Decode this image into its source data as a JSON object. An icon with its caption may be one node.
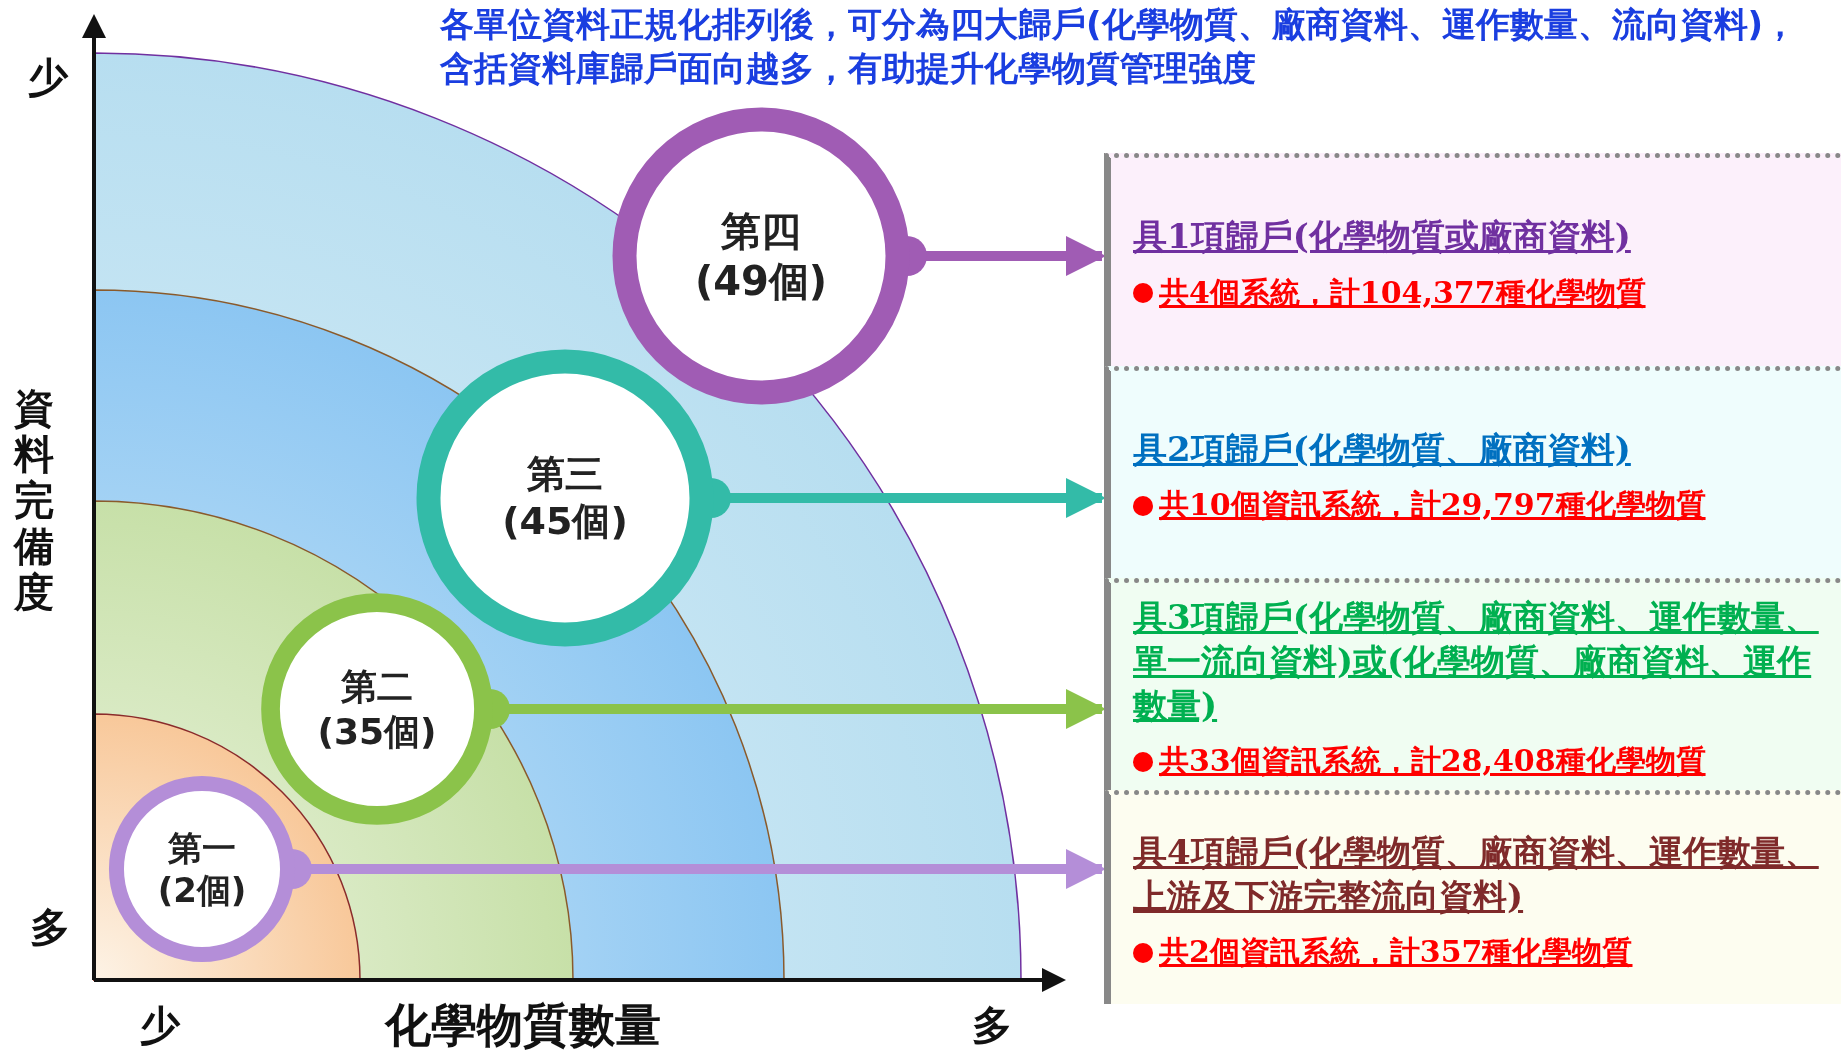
{
  "diagram": {
    "title": "各單位資料正規化排列後，可分為四大歸戶(化學物質、廠商資料、運作數量、流向資料)，含括資料庫歸戶面向越多，有助提升化學物質管理強度",
    "nodes": [
      {
        "text": [
          "第四",
          "(49個)"
        ]
      },
      {
        "text": [
          "第三",
          "(45個)"
        ]
      },
      {
        "text": [
          "第二",
          "(35個)"
        ]
      },
      {
        "text": [
          "第一",
          "(2個)"
        ]
      },
      {
        "text": [
          "具1項歸戶(化學物質或廠商資料)",
          "共4個系統，計104,377種化學物質"
        ]
      },
      {
        "text": [
          "具2項歸戶(化學物質、廠商資料)",
          "共10個資訊系統，計29,797種化學物質"
        ]
      },
      {
        "text": [
          "具3項歸戶(化學物質、廠商資料、運作數量、單一流向資料)或(化學物質、廠商資料、運作數量)",
          "共33個資訊系統，計28,408種化學物質"
        ]
      },
      {
        "text": [
          "具4項歸戶(化學物質、廠商資料、運作數量、上游及下游完整流向資料)",
          "共2個資訊系統，計357種化學物質"
        ]
      }
    ],
    "edges": [
      {
        "from": 0,
        "to": 4,
        "arrow": "to",
        "color": "#a05cb4"
      },
      {
        "from": 1,
        "to": 5,
        "arrow": "to",
        "color": "#33bba8"
      },
      {
        "from": 2,
        "to": 6,
        "arrow": "to",
        "color": "#8bc34a"
      },
      {
        "from": 3,
        "to": 7,
        "arrow": "to",
        "color": "#b48ed8"
      }
    ],
    "labels": [
      "少",
      "資料完備度",
      "多",
      "少",
      "化學物質數量",
      "多"
    ]
  }
}
